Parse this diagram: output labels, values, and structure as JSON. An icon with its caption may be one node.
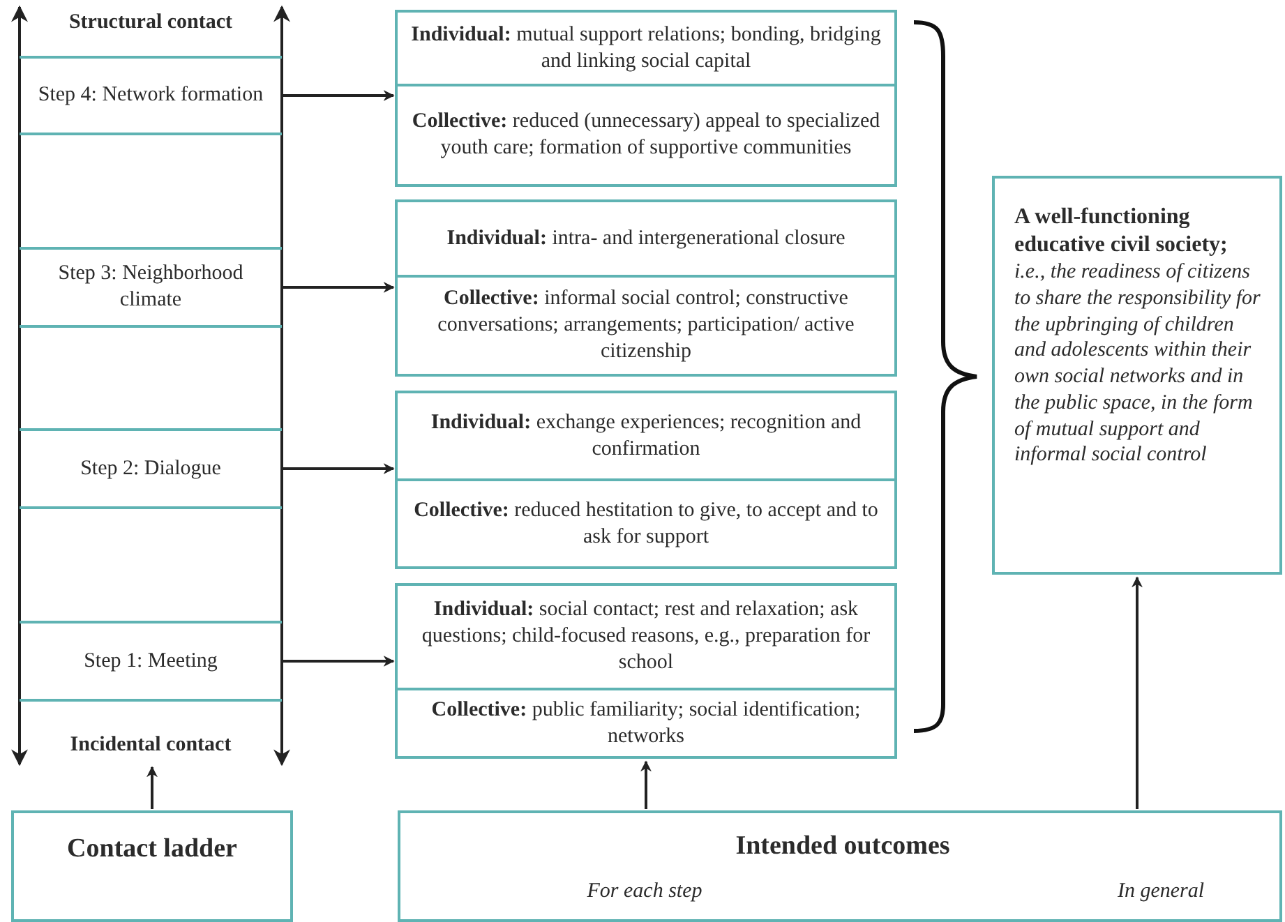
{
  "diagram": {
    "nodes": [
      {
        "text": [
          "Structural contact",
          "Incidental contact"
        ]
      },
      {
        "text": [
          "Step 4: Network formation"
        ],
        "in": 0
      },
      {
        "text": [
          "Step 3: Neighborhood climate"
        ],
        "in": 0
      },
      {
        "text": [
          "Step 2: Dialogue"
        ],
        "in": 0
      },
      {
        "text": [
          "Step 1: Meeting"
        ],
        "in": 0
      },
      {
        "text": [],
        "shape": "box"
      },
      {
        "text": [
          "**Individual:** mutual support relations; bonding, bridging and linking social capital"
        ],
        "in": 5
      },
      {
        "text": [
          "**Collective:** reduced (unnecessary) appeal to specialized youth care; formation of supportive communities"
        ],
        "in": 5
      },
      {
        "text": [],
        "shape": "box"
      },
      {
        "text": [
          "**Individual:** intra- and intergenerational closure"
        ],
        "in": 8
      },
      {
        "text": [
          "**Collective:** informal social control; constructive conversations; arrangements; participation/ active citizenship"
        ],
        "in": 8
      },
      {
        "text": [],
        "shape": "box"
      },
      {
        "text": [
          "**Individual:** exchange experiences; recognition and confirmation"
        ],
        "in": 11
      },
      {
        "text": [
          "**Collective:** reduced  hestitation to give, to accept and to ask for support"
        ],
        "in": 11
      },
      {
        "text": [],
        "shape": "box"
      },
      {
        "text": [
          "**Individual:** social contact; rest and relaxation; ask questions; child-focused reasons, e.g., preparation for school"
        ],
        "in": 14
      },
      {
        "text": [
          "**Collective:** public familiarity; social identification; networks"
        ],
        "in": 14
      },
      {
        "text": [
          "A well-functioning educative civil society;",
          "i.e., the readiness of citizens to share the responsibility for the upbringing of children and adolescents within their own social networks and in the public space, in the form of mutual support and informal social control"
        ]
      },
      {
        "text": [
          "Contact ladder"
        ]
      },
      {
        "text": [
          "Intended outcomes",
          "For each step",
          "In general"
        ]
      }
    ],
    "edges": [
      {
        "from": 1,
        "to": 5,
        "arrow": "to"
      },
      {
        "from": 2,
        "to": 8,
        "arrow": "to"
      },
      {
        "from": 3,
        "to": 11,
        "arrow": "to"
      },
      {
        "from": 4,
        "to": 14,
        "arrow": "to"
      },
      {
        "from": 18,
        "to": 0,
        "arrow": "to"
      },
      {
        "from": 19,
        "to": 14,
        "arrow": "to"
      },
      {
        "from": 19,
        "to": 17,
        "arrow": "to"
      }
    ]
  }
}
